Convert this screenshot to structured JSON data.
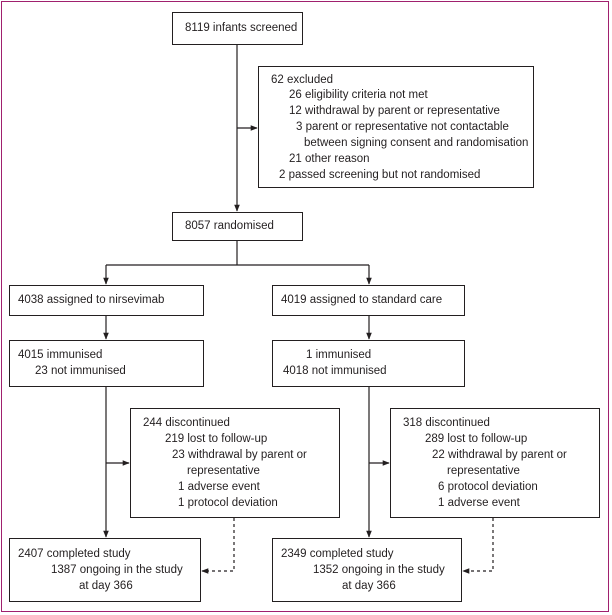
{
  "screened": "8119 infants screened",
  "excluded": {
    "title": "62 excluded",
    "reasons": [
      "26 eligibility criteria not met",
      "12 withdrawal by parent or representative",
      "3 parent or representative not contactable",
      "between signing consent and randomisation",
      "21 other reason",
      "2 passed screening but not randomised"
    ]
  },
  "randomised": "8057 randomised",
  "nirsevimab": {
    "assigned": "4038 assigned to nirsevimab",
    "immunised": "4015 immunised",
    "not_immunised": "23 not immunised",
    "discontinued": {
      "title": "244 discontinued",
      "reasons": [
        "219 lost to follow-up",
        "23 withdrawal by parent or",
        "representative",
        "1 adverse event",
        "1 protocol deviation"
      ]
    },
    "completed": {
      "title": "2407 completed study",
      "ongoing": "1387 ongoing in the study",
      "at_day": "at day 366"
    }
  },
  "standard": {
    "assigned": "4019 assigned to standard care",
    "immunised": "1 immunised",
    "not_immunised": "4018 not immunised",
    "discontinued": {
      "title": "318 discontinued",
      "reasons": [
        "289 lost to follow-up",
        "22 withdrawal by parent or",
        "representative",
        "6 protocol deviation",
        "1 adverse event"
      ]
    },
    "completed": {
      "title": "2349 completed study",
      "ongoing": "1352 ongoing in the study",
      "at_day": "at day 366"
    }
  },
  "colors": {
    "frame": "#a0206e",
    "lines": "#231f20"
  }
}
